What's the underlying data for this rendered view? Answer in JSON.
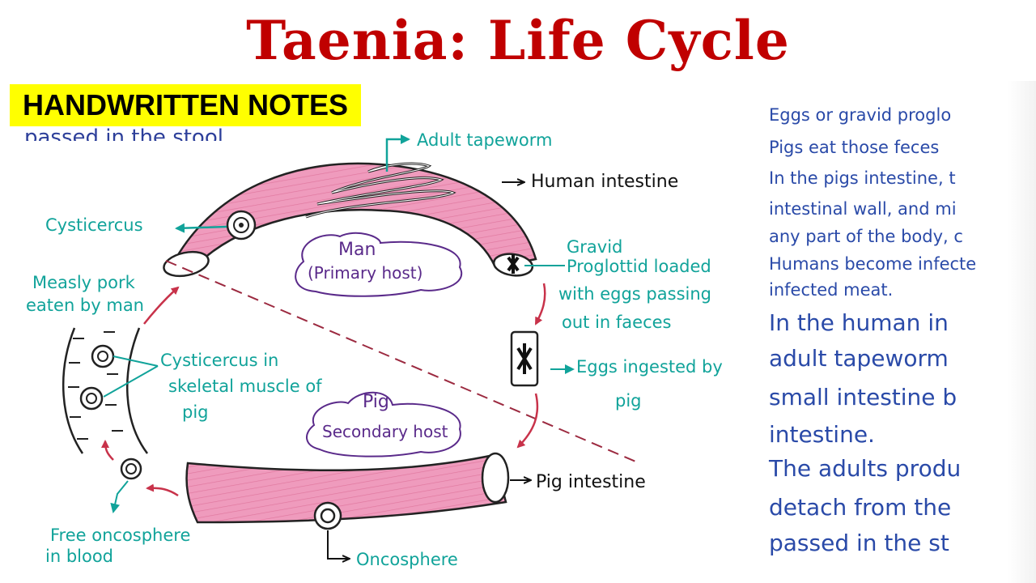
{
  "header": {
    "title": "Taenia: Life Cycle",
    "badge": "HANDWRITTEN NOTES",
    "cropped_top_text": "passed in the stool"
  },
  "diagram": {
    "labels": {
      "adult_tapeworm": "Adult tapeworm",
      "human_intestine": "Human intestine",
      "cysticercus": "Cysticercus",
      "man_host_line1": "Man",
      "man_host_line2": "(Primary host)",
      "gravid_line1": "Gravid",
      "gravid_line2": "Proglottid loaded",
      "gravid_line3": "with eggs passing",
      "gravid_line4": "out in faeces",
      "measly_line1": "Measly pork",
      "measly_line2": "eaten by man",
      "cyst_muscle_line1": "Cysticercus in",
      "cyst_muscle_line2": "skeletal muscle of",
      "cyst_muscle_line3": "pig",
      "eggs_ingested_line1": "Eggs ingested by",
      "eggs_ingested_line2": "pig",
      "pig_host_line1": "Pig",
      "pig_host_line2": "Secondary host",
      "pig_intestine": "Pig intestine",
      "free_onco_line1": "Free oncosphere",
      "free_onco_line2": "in blood",
      "oncosphere": "Oncosphere"
    },
    "colors": {
      "intestine_fill": "#ef9bbd",
      "intestine_stroke": "#222222",
      "label_teal": "#11a39a",
      "arrow_red": "#c8324a",
      "divider": "#9c2a40",
      "host_purple": "#5a2a8a",
      "notes_blue": "#2a4aa8"
    }
  },
  "notes": {
    "lines": [
      "Eggs or gravid proglo",
      "Pigs eat those feces",
      "In the pigs intestine, t",
      "intestinal wall, and mi",
      "any part of the body, c",
      "Humans become infecte",
      "infected meat.",
      "In the human in",
      "adult tapeworm",
      "small intestine b",
      "intestine.",
      "The adults produ",
      "detach from the",
      "passed in the st"
    ]
  }
}
